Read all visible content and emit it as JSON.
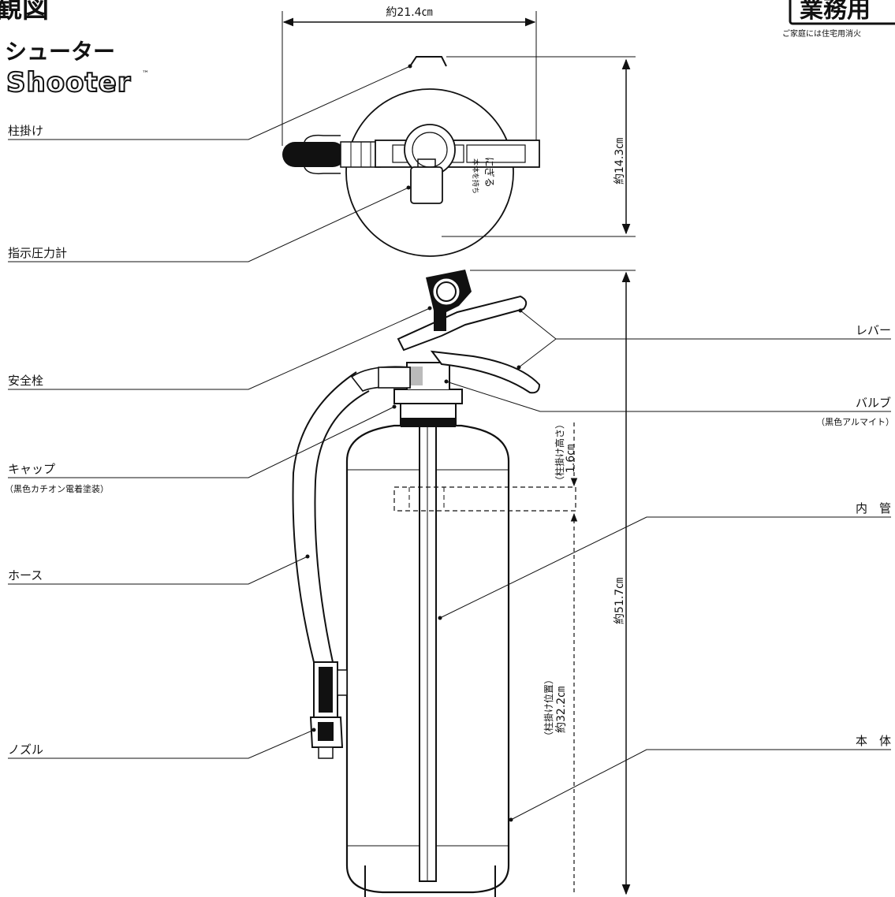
{
  "header": {
    "title_fragment": "観図",
    "model_jp": "シューター",
    "model_en": "Shooter",
    "trademark": "™",
    "badge": "業務用",
    "badge_note": "ご家庭には住宅用消火"
  },
  "dimensions": {
    "width": "約21.4㎝",
    "depth": "約14.3㎝",
    "height": "約51.7㎝",
    "hook_height_note": "（柱掛け高さ）",
    "hook_height": "1.6㎝",
    "hook_position_note": "（柱掛け位置）",
    "hook_position": "約32.2㎝"
  },
  "labels_left": [
    {
      "text": "柱掛け",
      "sub": ""
    },
    {
      "text": "指示圧力計",
      "sub": ""
    },
    {
      "text": "安全栓",
      "sub": ""
    },
    {
      "text": "キャップ",
      "sub": "（黒色カチオン電着塗装）"
    },
    {
      "text": "ホース",
      "sub": ""
    },
    {
      "text": "ノズル",
      "sub": ""
    }
  ],
  "labels_right": [
    {
      "text": "レバー",
      "sub": ""
    },
    {
      "text": "バルブ",
      "sub": "（黒色アルマイト）"
    },
    {
      "text": "内　管",
      "sub": ""
    },
    {
      "text": "本　体",
      "sub": ""
    }
  ],
  "handle_text": "にぎる",
  "handle_text_small": "本体を持ち"
}
